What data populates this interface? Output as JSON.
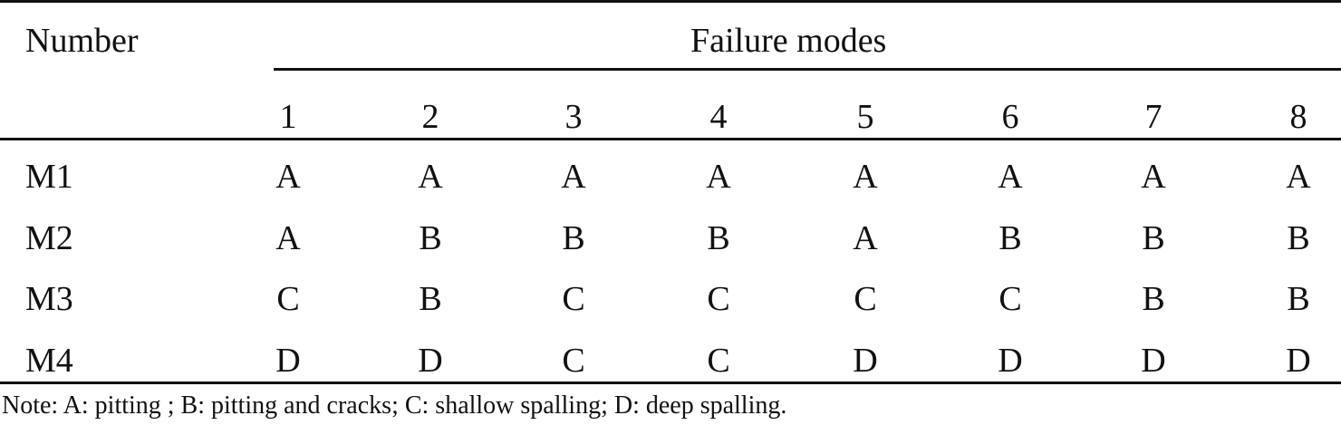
{
  "table": {
    "header": {
      "number_label": "Number",
      "group_label": "Failure modes",
      "columns": [
        "1",
        "2",
        "3",
        "4",
        "5",
        "6",
        "7",
        "8"
      ]
    },
    "rows": [
      {
        "label": "M1",
        "cells": [
          "A",
          "A",
          "A",
          "A",
          "A",
          "A",
          "A",
          "A"
        ]
      },
      {
        "label": "M2",
        "cells": [
          "A",
          "B",
          "B",
          "B",
          "A",
          "B",
          "B",
          "B"
        ]
      },
      {
        "label": "M3",
        "cells": [
          "C",
          "B",
          "C",
          "C",
          "C",
          "C",
          "B",
          "B"
        ]
      },
      {
        "label": "M4",
        "cells": [
          "D",
          "D",
          "C",
          "C",
          "D",
          "D",
          "D",
          "D"
        ]
      }
    ]
  },
  "note": "Note: A: pitting ; B: pitting and cracks; C: shallow spalling; D: deep spalling."
}
